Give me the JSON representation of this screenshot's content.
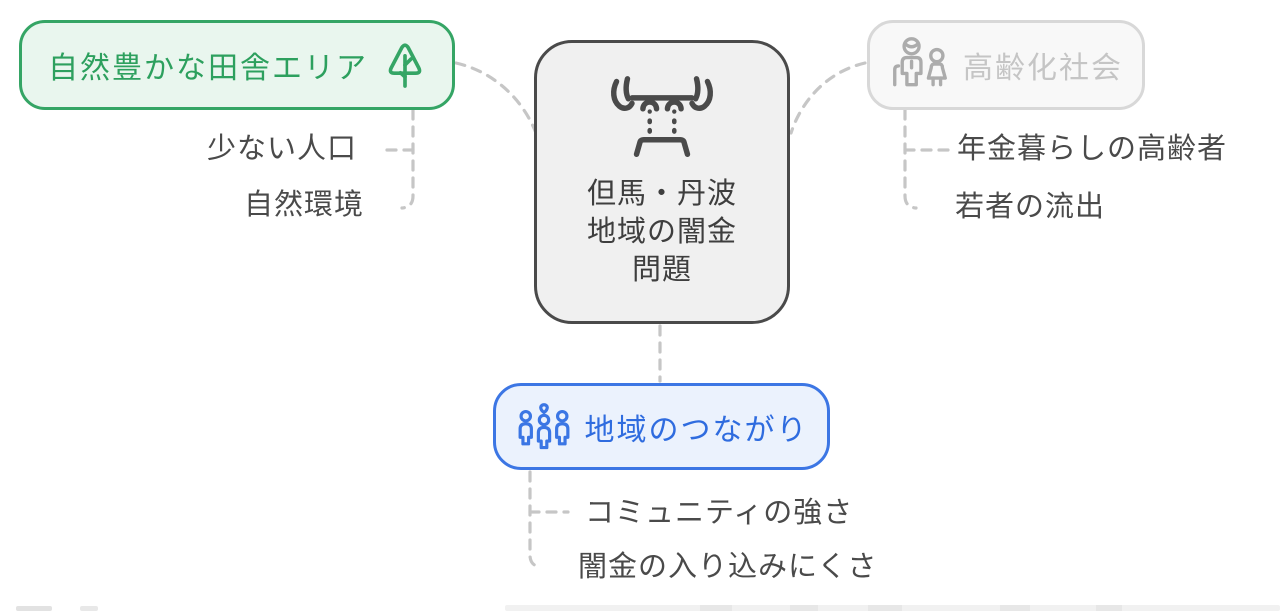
{
  "center": {
    "lines": [
      "但馬・丹波",
      "地域の闇金",
      "問題"
    ],
    "full_label": "但馬・丹波地域の闇金問題",
    "icon": "puppet-strings-icon"
  },
  "branch_rural": {
    "label": "自然豊かな田舎エリア",
    "icon": "tree-icon",
    "children": [
      "少ない人口",
      "自然環境"
    ]
  },
  "branch_aging": {
    "label": "高齢化社会",
    "icon": "elderly-couple-icon",
    "children": [
      "年金暮らしの高齢者",
      "若者の流出"
    ]
  },
  "branch_community": {
    "label": "地域のつながり",
    "icon": "people-heart-icon",
    "children": [
      "コミュニティの強さ",
      "闇金の入り込みにくさ"
    ]
  },
  "colors": {
    "green_accent": "#35A565",
    "green_bg": "#E9F6EE",
    "green_text": "#2DA05E",
    "blue_accent": "#3C76E4",
    "blue_bg": "#EBF2FD",
    "blue_text": "#2F6CDF",
    "gray_border": "#D8D8D8",
    "gray_bg": "#F8F8F8",
    "gray_text": "#C5C5C5",
    "gray_icon": "#ACACAC",
    "center_border": "#4A4A4A",
    "center_bg": "#F0F0F0",
    "center_text": "#3E3E3E",
    "leaf_text": "#4A4A4A",
    "connector": "#C6C6C6",
    "background": "#FFFFFF"
  }
}
